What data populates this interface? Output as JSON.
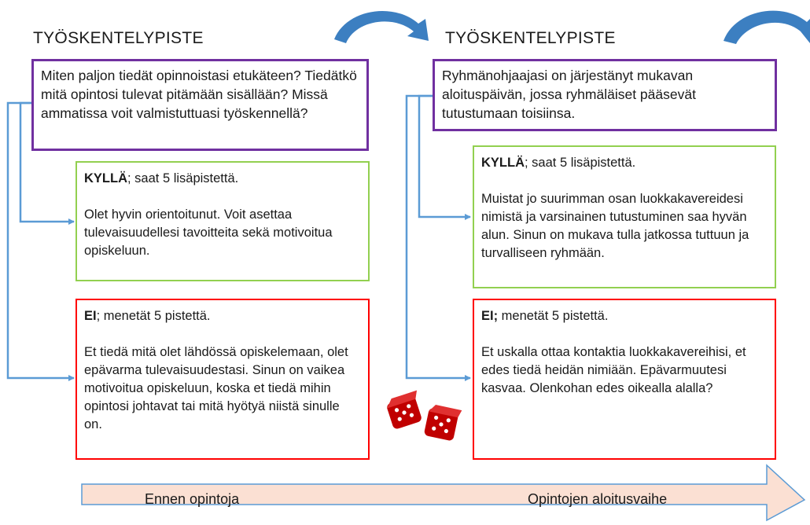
{
  "left": {
    "title": "TYÖSKENTELYPISTE",
    "question": "Miten paljon tiedät opinnoistasi etukäteen? Tiedätkö mitä opintosi tulevat pitämään sisällään? Missä ammatissa voit valmistuttuasi työskennellä?",
    "yes": {
      "keyword": "KYLLÄ",
      "rest": "; saat 5 lisäpistettä.",
      "body": "Olet hyvin orientoitunut. Voit asettaa tulevaisuudellesi tavoitteita sekä motivoitua opiskeluun."
    },
    "no": {
      "keyword": "EI",
      "rest": "; menetät 5 pistettä.",
      "body": "Et tiedä mitä olet lähdössä opiskelemaan, olet epävarma tulevaisuudestasi. Sinun on vaikea motivoitua opiskeluun, koska et tiedä mihin opintosi johtavat tai mitä hyötyä niistä sinulle on."
    }
  },
  "right": {
    "title": "TYÖSKENTELYPISTE",
    "question": "Ryhmänohjaajasi on järjestänyt mukavan aloituspäivän, jossa ryhmäläiset pääsevät tutustumaan toisiinsa.",
    "yes": {
      "keyword": "KYLLÄ",
      "rest": "; saat 5 lisäpistettä.",
      "body": "Muistat jo suurimman osan luokkakavereidesi nimistä ja varsinainen tutustuminen saa hyvän alun. Sinun on mukava tulla jatkossa tuttuun ja turvalliseen ryhmään."
    },
    "no": {
      "keyword": "EI;",
      "rest": " menetät 5 pistettä.",
      "body": "Et uskalla ottaa kontaktia luokkakavereihisi, et edes tiedä heidän nimiään. Epävarmuutesi kasvaa. Olenkohan edes oikealla alalla?"
    }
  },
  "timeline": {
    "start_label": "Ennen opintoja",
    "end_label": "Opintojen aloitusvaihe"
  },
  "colors": {
    "question_border": "#7030a0",
    "yes_border": "#92d050",
    "no_border": "#ff0000",
    "connector": "#5b9bd5",
    "timeline_fill": "#fbe0d3",
    "timeline_stroke": "#5b9bd5",
    "dice": "#c00000"
  }
}
